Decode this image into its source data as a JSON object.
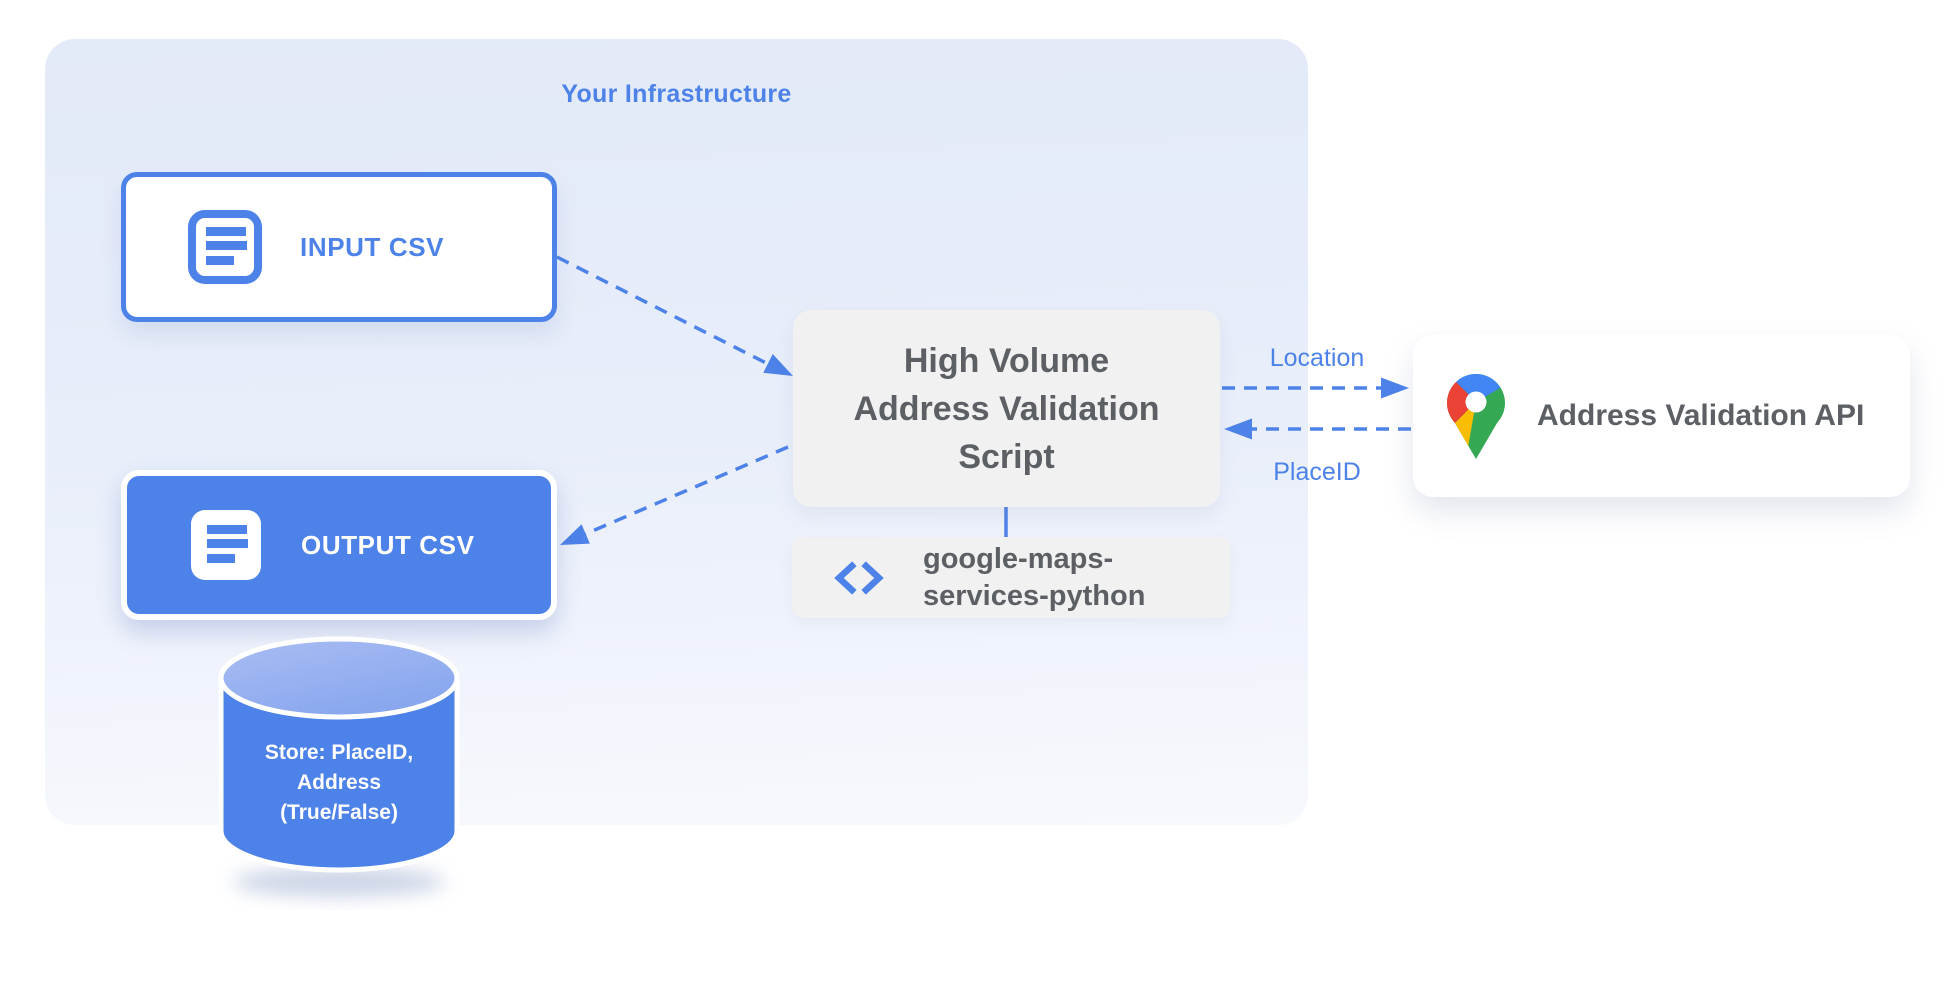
{
  "diagram": {
    "title": "Your Infrastructure",
    "nodes": {
      "input_csv": {
        "label": "INPUT CSV"
      },
      "output_csv": {
        "label": "OUTPUT CSV"
      },
      "datastore": {
        "line1": "Store: PlaceID,",
        "line2": "Address",
        "line3": "(True/False)"
      },
      "script": {
        "line1": "High Volume",
        "line2": "Address Validation",
        "line3": "Script"
      },
      "library": {
        "line1": "google-maps-",
        "line2": "services-python"
      },
      "api": {
        "label": "Address Validation API"
      }
    },
    "edges": {
      "location_label": "Location",
      "placeid_label": "PlaceID"
    },
    "colors": {
      "accent_blue": "#4D82E9",
      "container_bg": "#E3EAF8",
      "gray_box": "#F1F1F1",
      "dark_text": "#5C6065",
      "cylinder_body": "#4D82E9",
      "cylinder_top": "#94AFF0",
      "pin_red": "#EA4335",
      "pin_blue": "#4285F4",
      "pin_yellow": "#FBBC04",
      "pin_green": "#34A853"
    }
  }
}
